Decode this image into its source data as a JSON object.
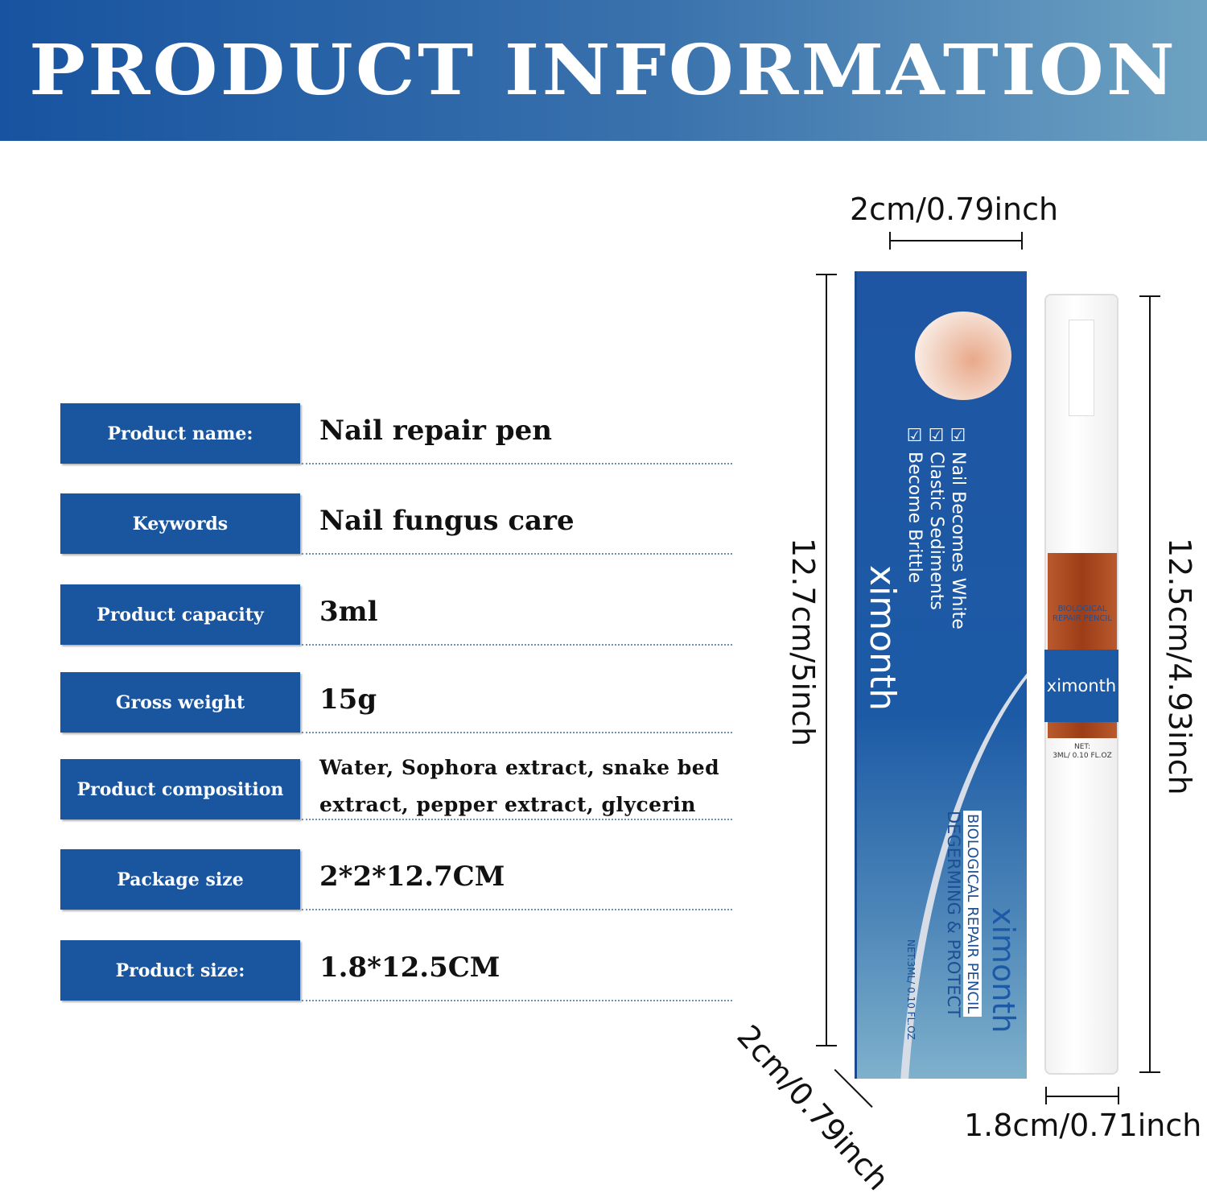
{
  "header": {
    "title": "PRODUCT INFORMATION"
  },
  "rows": [
    {
      "label": "Product name:",
      "value": "Nail repair pen"
    },
    {
      "label": "Keywords",
      "value": "Nail fungus care"
    },
    {
      "label": "Product capacity",
      "value": "3ml"
    },
    {
      "label": "Gross weight",
      "value": "15g"
    },
    {
      "label": "Product composition",
      "value": "Water, Sophora extract, snake bed extract, pepper extract, glycerin"
    },
    {
      "label": "Package size",
      "value": "2*2*12.7CM"
    },
    {
      "label": "Product size:",
      "value": "1.8*12.5CM"
    }
  ],
  "dimensions": {
    "box_width": "2cm/0.79inch",
    "box_height": "12.7cm/5inch",
    "box_depth": "2cm/0.79inch",
    "pen_height": "12.5cm/4.93inch",
    "pen_width": "1.8cm/0.71inch"
  },
  "package": {
    "features": [
      "Nail Becomes White",
      "Clastic Sediments",
      "Become Brittle"
    ],
    "brand": "ximonth",
    "product_line": "BIOLOGICAL REPAIR PENCIL",
    "tagline": "DEGERMING & PROTECT",
    "net": "NET:3ML/ 0.10 FL.OZ"
  },
  "pen": {
    "label": "BIOLOGICAL REPAIR PENCIL",
    "brand": "ximonth",
    "net_label": "NET:",
    "net": "3ML/ 0.10 FL.OZ"
  }
}
